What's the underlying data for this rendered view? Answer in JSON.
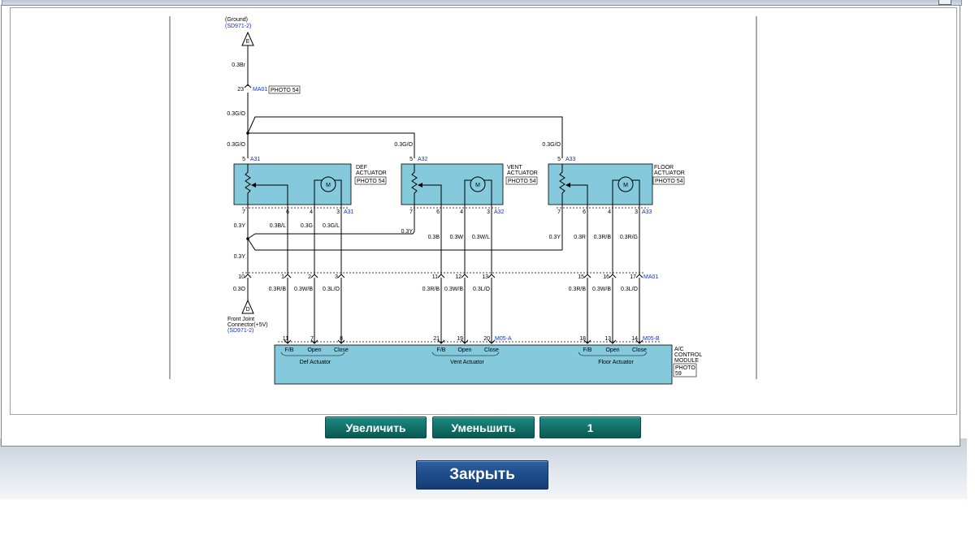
{
  "toolbar": {
    "zoom_in_label": "Увеличить",
    "zoom_out_label": "Уменьшить",
    "page_number": "1"
  },
  "footer": {
    "close_label": "Закрыть"
  },
  "diagram": {
    "ground_label": "(Ground)",
    "ground_ref": "(SD971-2)",
    "ground_symbol": "E",
    "wire_top": "0.3Br",
    "conn_top_pin": "23",
    "conn_top": "MA01",
    "photo_top": "PHOTO 54",
    "wire_go_1": "0.3G/O",
    "wire_go_2": "0.3G/O",
    "wire_go_3": "0.3G/O",
    "wire_go_4": "0.3G/O",
    "actuators": [
      {
        "name_1": "DEF",
        "name_2": "ACTUATOR",
        "photo": "PHOTO 54",
        "conn": "A31",
        "pin_top": "5",
        "pins": [
          "7",
          "6",
          "4",
          "3"
        ],
        "motor": "M"
      },
      {
        "name_1": "VENT",
        "name_2": "ACTUATOR",
        "photo": "PHOTO 54",
        "conn": "A32",
        "pin_top": "5",
        "pins": [
          "7",
          "6",
          "4",
          "3"
        ],
        "motor": "M"
      },
      {
        "name_1": "FLOOR",
        "name_2": "ACTUATOR",
        "photo": "PHOTO 54",
        "conn": "A33",
        "pin_top": "5",
        "pins": [
          "7",
          "6",
          "4",
          "3"
        ],
        "motor": "M"
      }
    ],
    "wires_mid": {
      "def": [
        "0.3Y",
        "0.3B/L",
        "0.3G",
        "0.3G/L"
      ],
      "vent": [
        "0.3Y",
        "0.3B",
        "0.3W",
        "0.3W/L"
      ],
      "floor": [
        "0.3Y",
        "0.3R",
        "0.3R/B",
        "0.3R/G"
      ],
      "y_bus": "0.3Y"
    },
    "ma01_pins": [
      "10",
      "1",
      "2",
      "3",
      "11",
      "12",
      "13",
      "15",
      "16",
      "17"
    ],
    "ma01_conn": "MA01",
    "wires_low": {
      "left": [
        "0.3O",
        "0.3R/B",
        "0.3W/B",
        "0.3L/O"
      ],
      "center": [
        "0.3R/B",
        "0.3W/B",
        "0.3L/O"
      ],
      "right": [
        "0.3R/B",
        "0.3W/B",
        "0.3L/O"
      ]
    },
    "front_joint": {
      "symbol": "D",
      "line_1": "Front Joint",
      "line_2": "Connector(+5V)",
      "ref": "(SD971-2)"
    },
    "module_pins": {
      "def": [
        "11",
        "7",
        "8"
      ],
      "vent": [
        "21",
        "19",
        "20"
      ],
      "floor": [
        "18",
        "13",
        "14"
      ],
      "conn_a": "M05-A",
      "conn_b": "M05-B"
    },
    "module_labels": {
      "fb": "F/B",
      "open": "Open",
      "close": "Close",
      "def": "Def Actuator",
      "vent": "Vent Actuator",
      "floor": "Floor Actuator"
    },
    "module_name": [
      "A/C",
      "CONTROL",
      "MODULE"
    ],
    "module_photo": [
      "PHOTO",
      "59"
    ]
  }
}
